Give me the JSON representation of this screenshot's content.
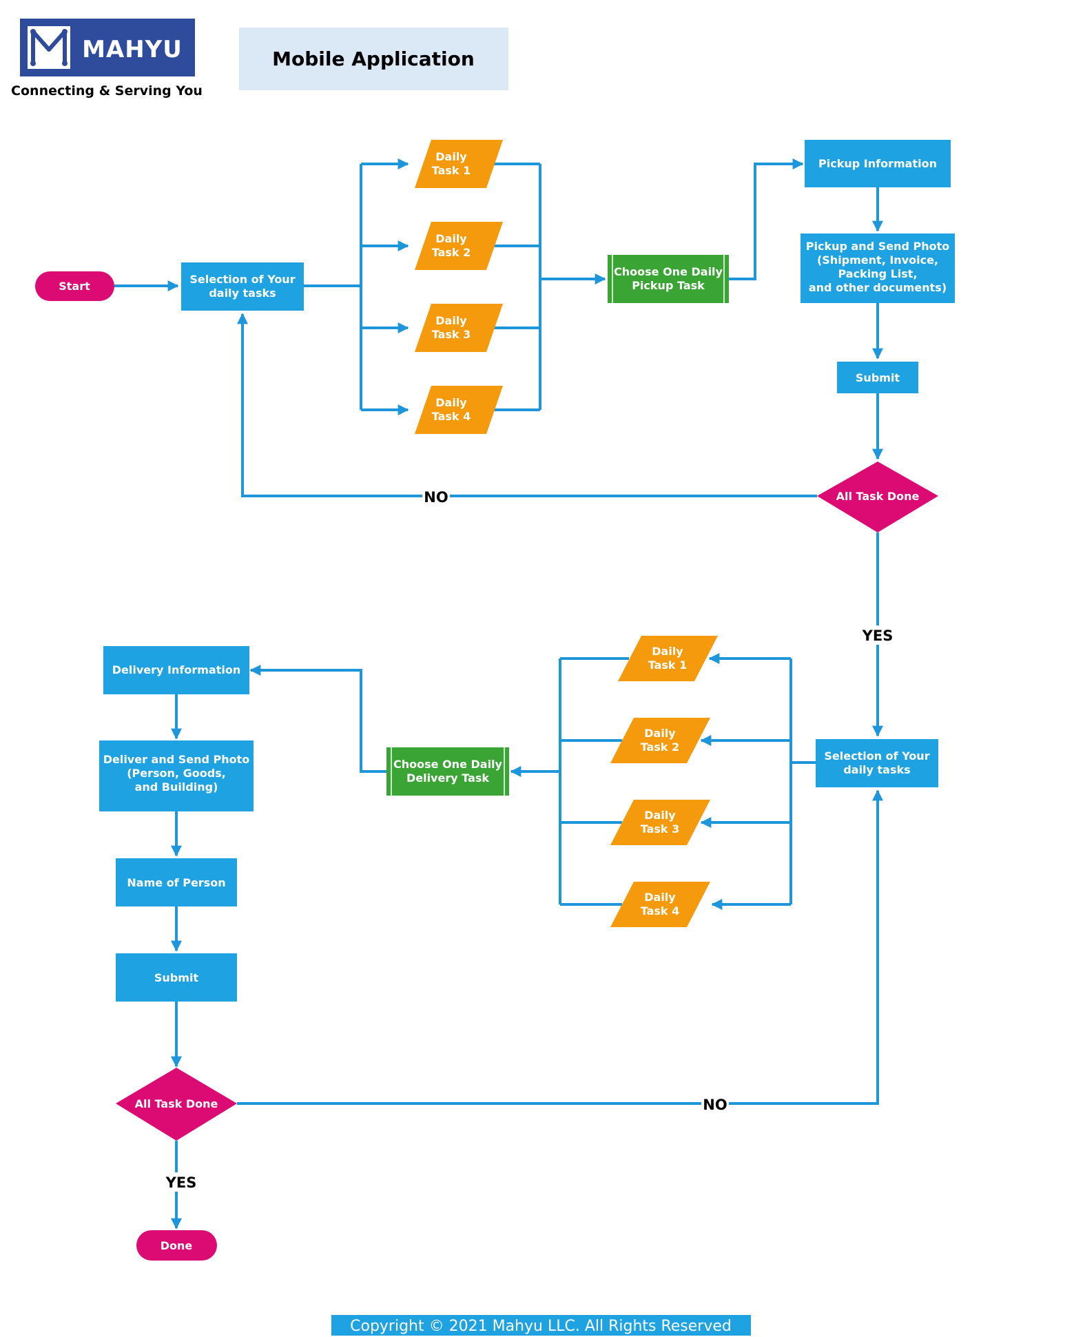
{
  "header": {
    "logo": {
      "brand": "MAHYU",
      "tagline": "Connecting & Serving You",
      "color": "#2e4b9c"
    },
    "title": "Mobile Application"
  },
  "colors": {
    "process": "#1fa2e1",
    "terminal": "#dc0b73",
    "task": "#f59a0c",
    "choose": "#3aa535",
    "line": "#1e96dc",
    "title_bg": "#dbe8f6"
  },
  "nodes": {
    "start": "Start",
    "select_top": [
      "Selection of Your",
      "daily tasks"
    ],
    "task_top_1": [
      "Daily",
      "Task 1"
    ],
    "task_top_2": [
      "Daily",
      "Task 2"
    ],
    "task_top_3": [
      "Daily",
      "Task 3"
    ],
    "task_top_4": [
      "Daily",
      "Task 4"
    ],
    "choose_pickup": [
      "Choose One Daily",
      "Pickup Task"
    ],
    "pickup_info": "Pickup Information",
    "pickup_photo": [
      "Pickup and Send Photo",
      "(Shipment, Invoice,",
      "Packing List,",
      "and other documents)"
    ],
    "submit_top": "Submit",
    "all_done_top": "All Task Done",
    "select_bottom": [
      "Selection of Your",
      "daily tasks"
    ],
    "task_bot_1": [
      "Daily",
      "Task 1"
    ],
    "task_bot_2": [
      "Daily",
      "Task 2"
    ],
    "task_bot_3": [
      "Daily",
      "Task 3"
    ],
    "task_bot_4": [
      "Daily",
      "Task 4"
    ],
    "choose_delivery": [
      "Choose One Daily",
      "Delivery Task"
    ],
    "delivery_info": "Delivery Information",
    "deliver_photo": [
      "Deliver and Send Photo",
      "(Person, Goods,",
      "and Building)"
    ],
    "name_person": "Name of Person",
    "submit_bottom": "Submit",
    "all_done_bottom": "All Task Done",
    "done": "Done"
  },
  "edges": {
    "no_top": "NO",
    "yes_top": "YES",
    "no_bottom": "NO",
    "yes_bottom": "YES"
  },
  "footer": {
    "copyright": "Copyright © 2021 Mahyu LLC. All Rights Reserved"
  }
}
